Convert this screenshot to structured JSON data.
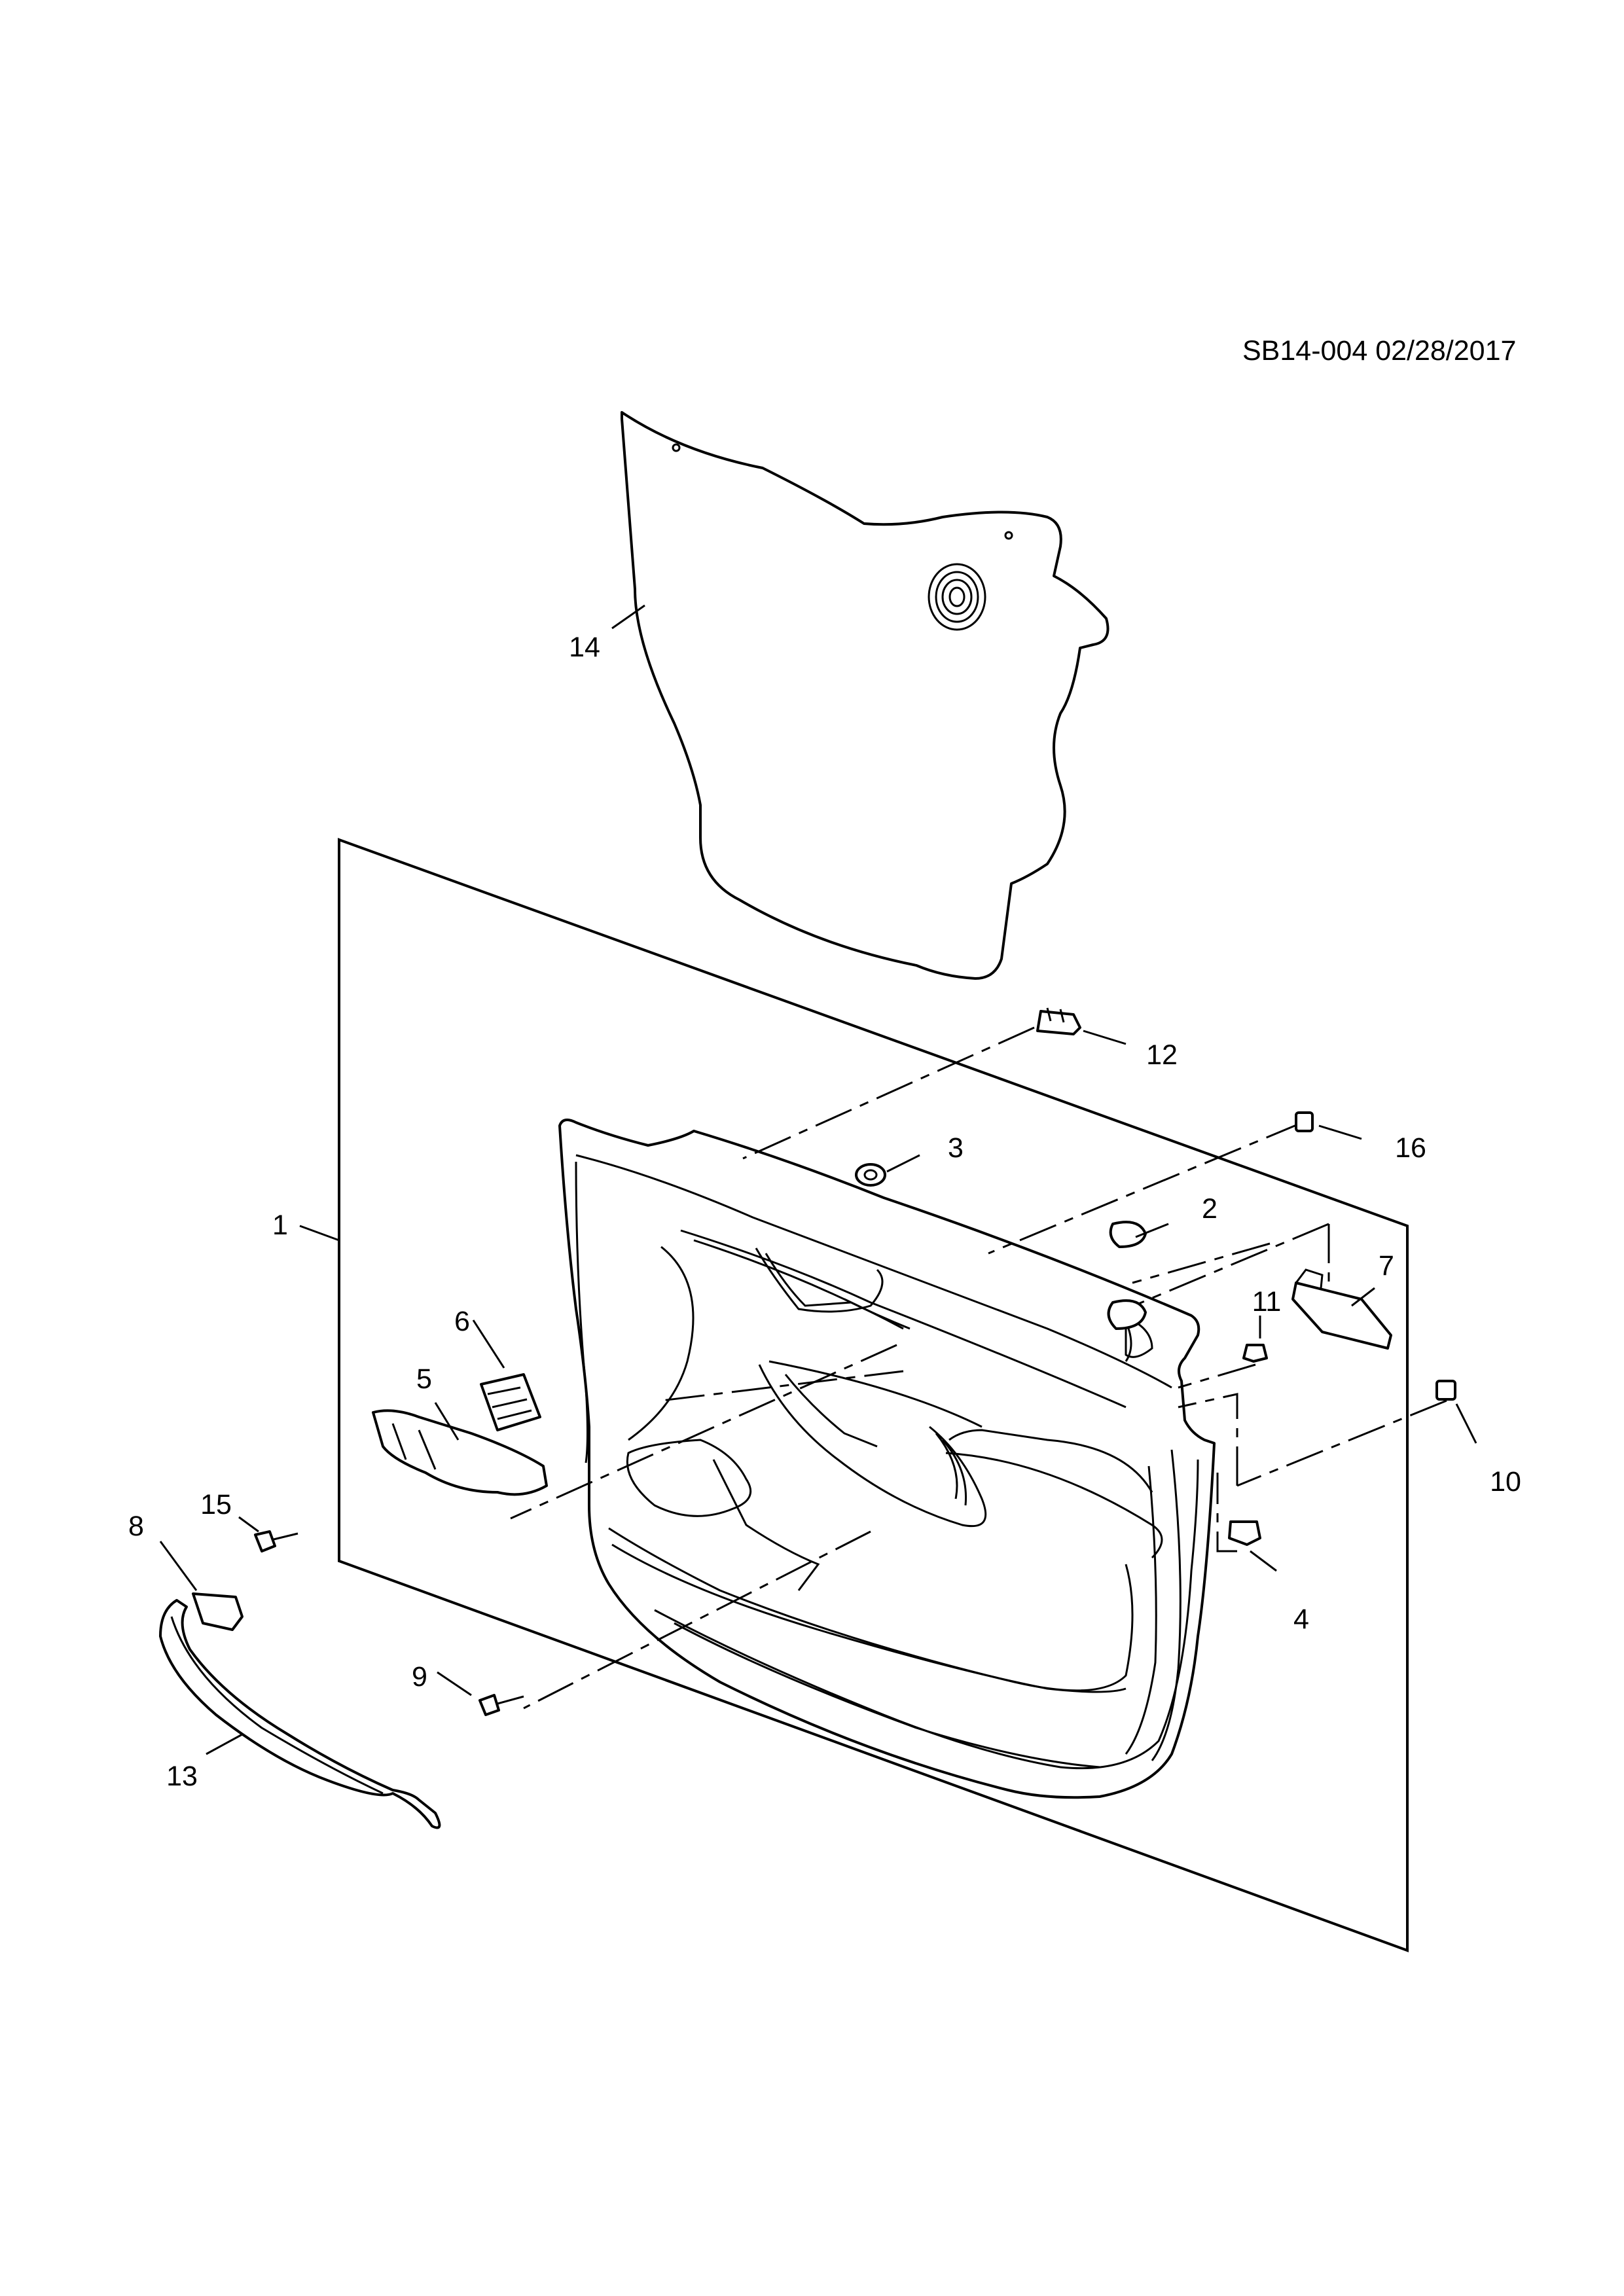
{
  "reference": "SB14-004 02/28/2017",
  "callouts": [
    {
      "id": "c1",
      "label": "1"
    },
    {
      "id": "c2",
      "label": "2"
    },
    {
      "id": "c3",
      "label": "3"
    },
    {
      "id": "c4",
      "label": "4"
    },
    {
      "id": "c5",
      "label": "5"
    },
    {
      "id": "c6",
      "label": "6"
    },
    {
      "id": "c7",
      "label": "7"
    },
    {
      "id": "c8",
      "label": "8"
    },
    {
      "id": "c9",
      "label": "9"
    },
    {
      "id": "c10",
      "label": "10"
    },
    {
      "id": "c11",
      "label": "11"
    },
    {
      "id": "c12",
      "label": "12"
    },
    {
      "id": "c13",
      "label": "13"
    },
    {
      "id": "c14",
      "label": "14"
    },
    {
      "id": "c15",
      "label": "15"
    },
    {
      "id": "c16",
      "label": "16"
    }
  ]
}
